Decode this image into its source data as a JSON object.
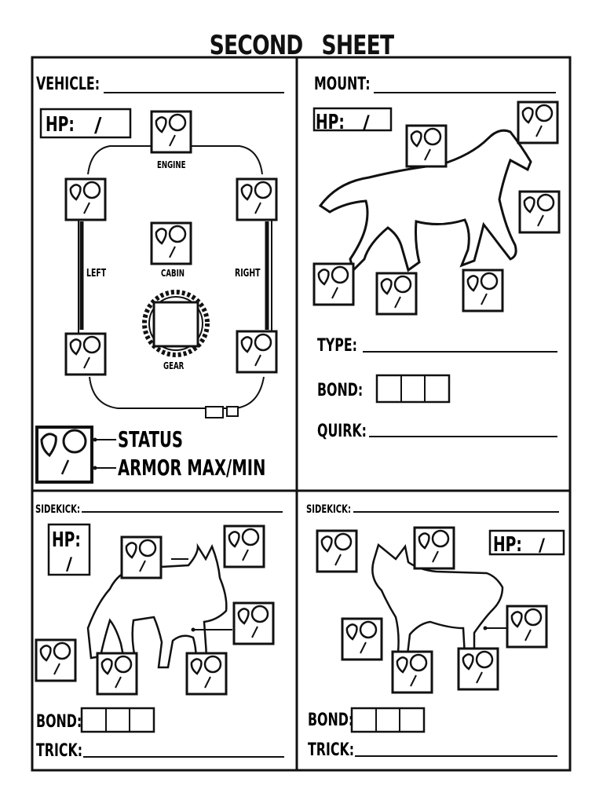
{
  "sheet_title": [
    "SECOND",
    "SHEET"
  ],
  "vehicle": {
    "label": "VEHICLE:",
    "hp_label": "HP:",
    "hp_sep": "/",
    "engine_label": "ENGINE",
    "cabin_label": "CABIN",
    "left_label": "LEFT",
    "right_label": "RIGHT",
    "gear_label": "GEAR",
    "legend": {
      "status": "STATUS",
      "armor": "ARMOR MAX/MIN"
    }
  },
  "mount": {
    "label": "MOUNT:",
    "hp_label": "HP:",
    "hp_sep": "/",
    "type_label": "TYPE:",
    "bond_label": "BOND:",
    "quirk_label": "QUIRK:"
  },
  "sidekick_left": {
    "label": "SIDEKICK:",
    "hp_label": "HP:",
    "hp_sep": "/",
    "bond_label": "BOND:",
    "trick_label": "TRICK:"
  },
  "sidekick_right": {
    "label": "SIDEKICK:",
    "hp_label": "HP:",
    "hp_sep": "/",
    "bond_label": "BOND:",
    "trick_label": "TRICK:"
  },
  "slot_glyph": "/",
  "colors": {
    "ink": "#111111",
    "paper": "#ffffff"
  }
}
